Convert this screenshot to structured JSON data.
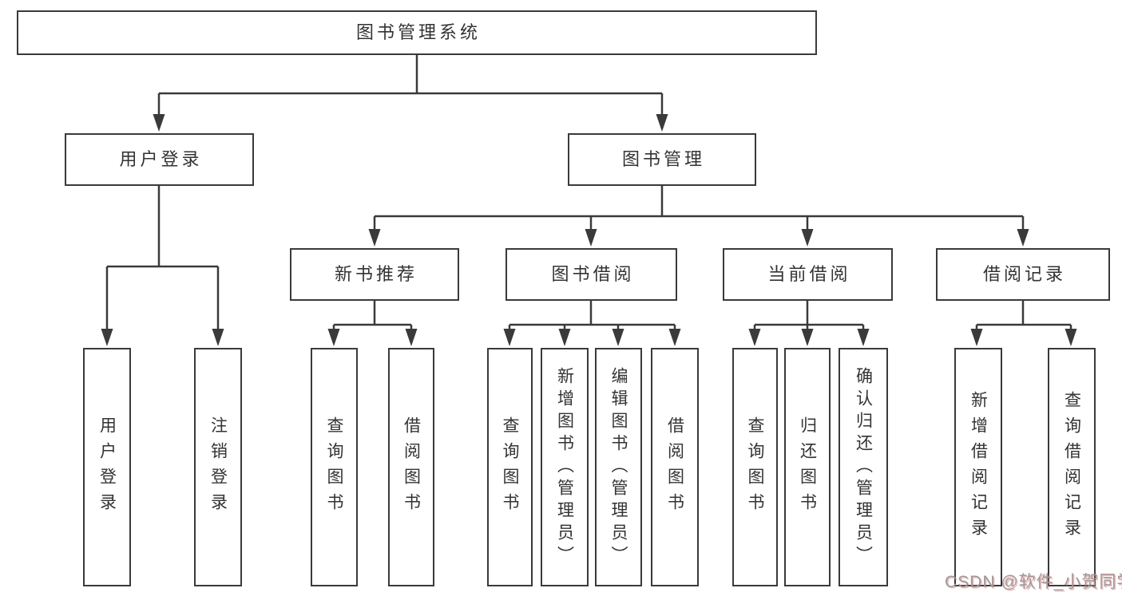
{
  "tree": {
    "label": "图书管理系统",
    "children": [
      {
        "label": "用户登录",
        "children": [
          {
            "label": "用户登录"
          },
          {
            "label": "注销登录"
          }
        ]
      },
      {
        "label": "图书管理",
        "children": [
          {
            "label": "新书推荐",
            "children": [
              {
                "label": "查询图书"
              },
              {
                "label": "借阅图书"
              }
            ]
          },
          {
            "label": "图书借阅",
            "children": [
              {
                "label": "查询图书"
              },
              {
                "label": "新增图书（管理员）"
              },
              {
                "label": "编辑图书（管理员）"
              },
              {
                "label": "借阅图书"
              }
            ]
          },
          {
            "label": "当前借阅",
            "children": [
              {
                "label": "查询图书"
              },
              {
                "label": "归还图书"
              },
              {
                "label": "确认归还（管理员）"
              }
            ]
          },
          {
            "label": "借阅记录",
            "children": [
              {
                "label": "新增借阅记录"
              },
              {
                "label": "查询借阅记录"
              }
            ]
          }
        ]
      }
    ]
  },
  "watermark": {
    "text": "CSDN @软件_小贺同学"
  },
  "colors": {
    "line": "#3a3a3a",
    "text": "#333333",
    "bg": "#ffffff",
    "watermark": "#9b9b9b"
  }
}
